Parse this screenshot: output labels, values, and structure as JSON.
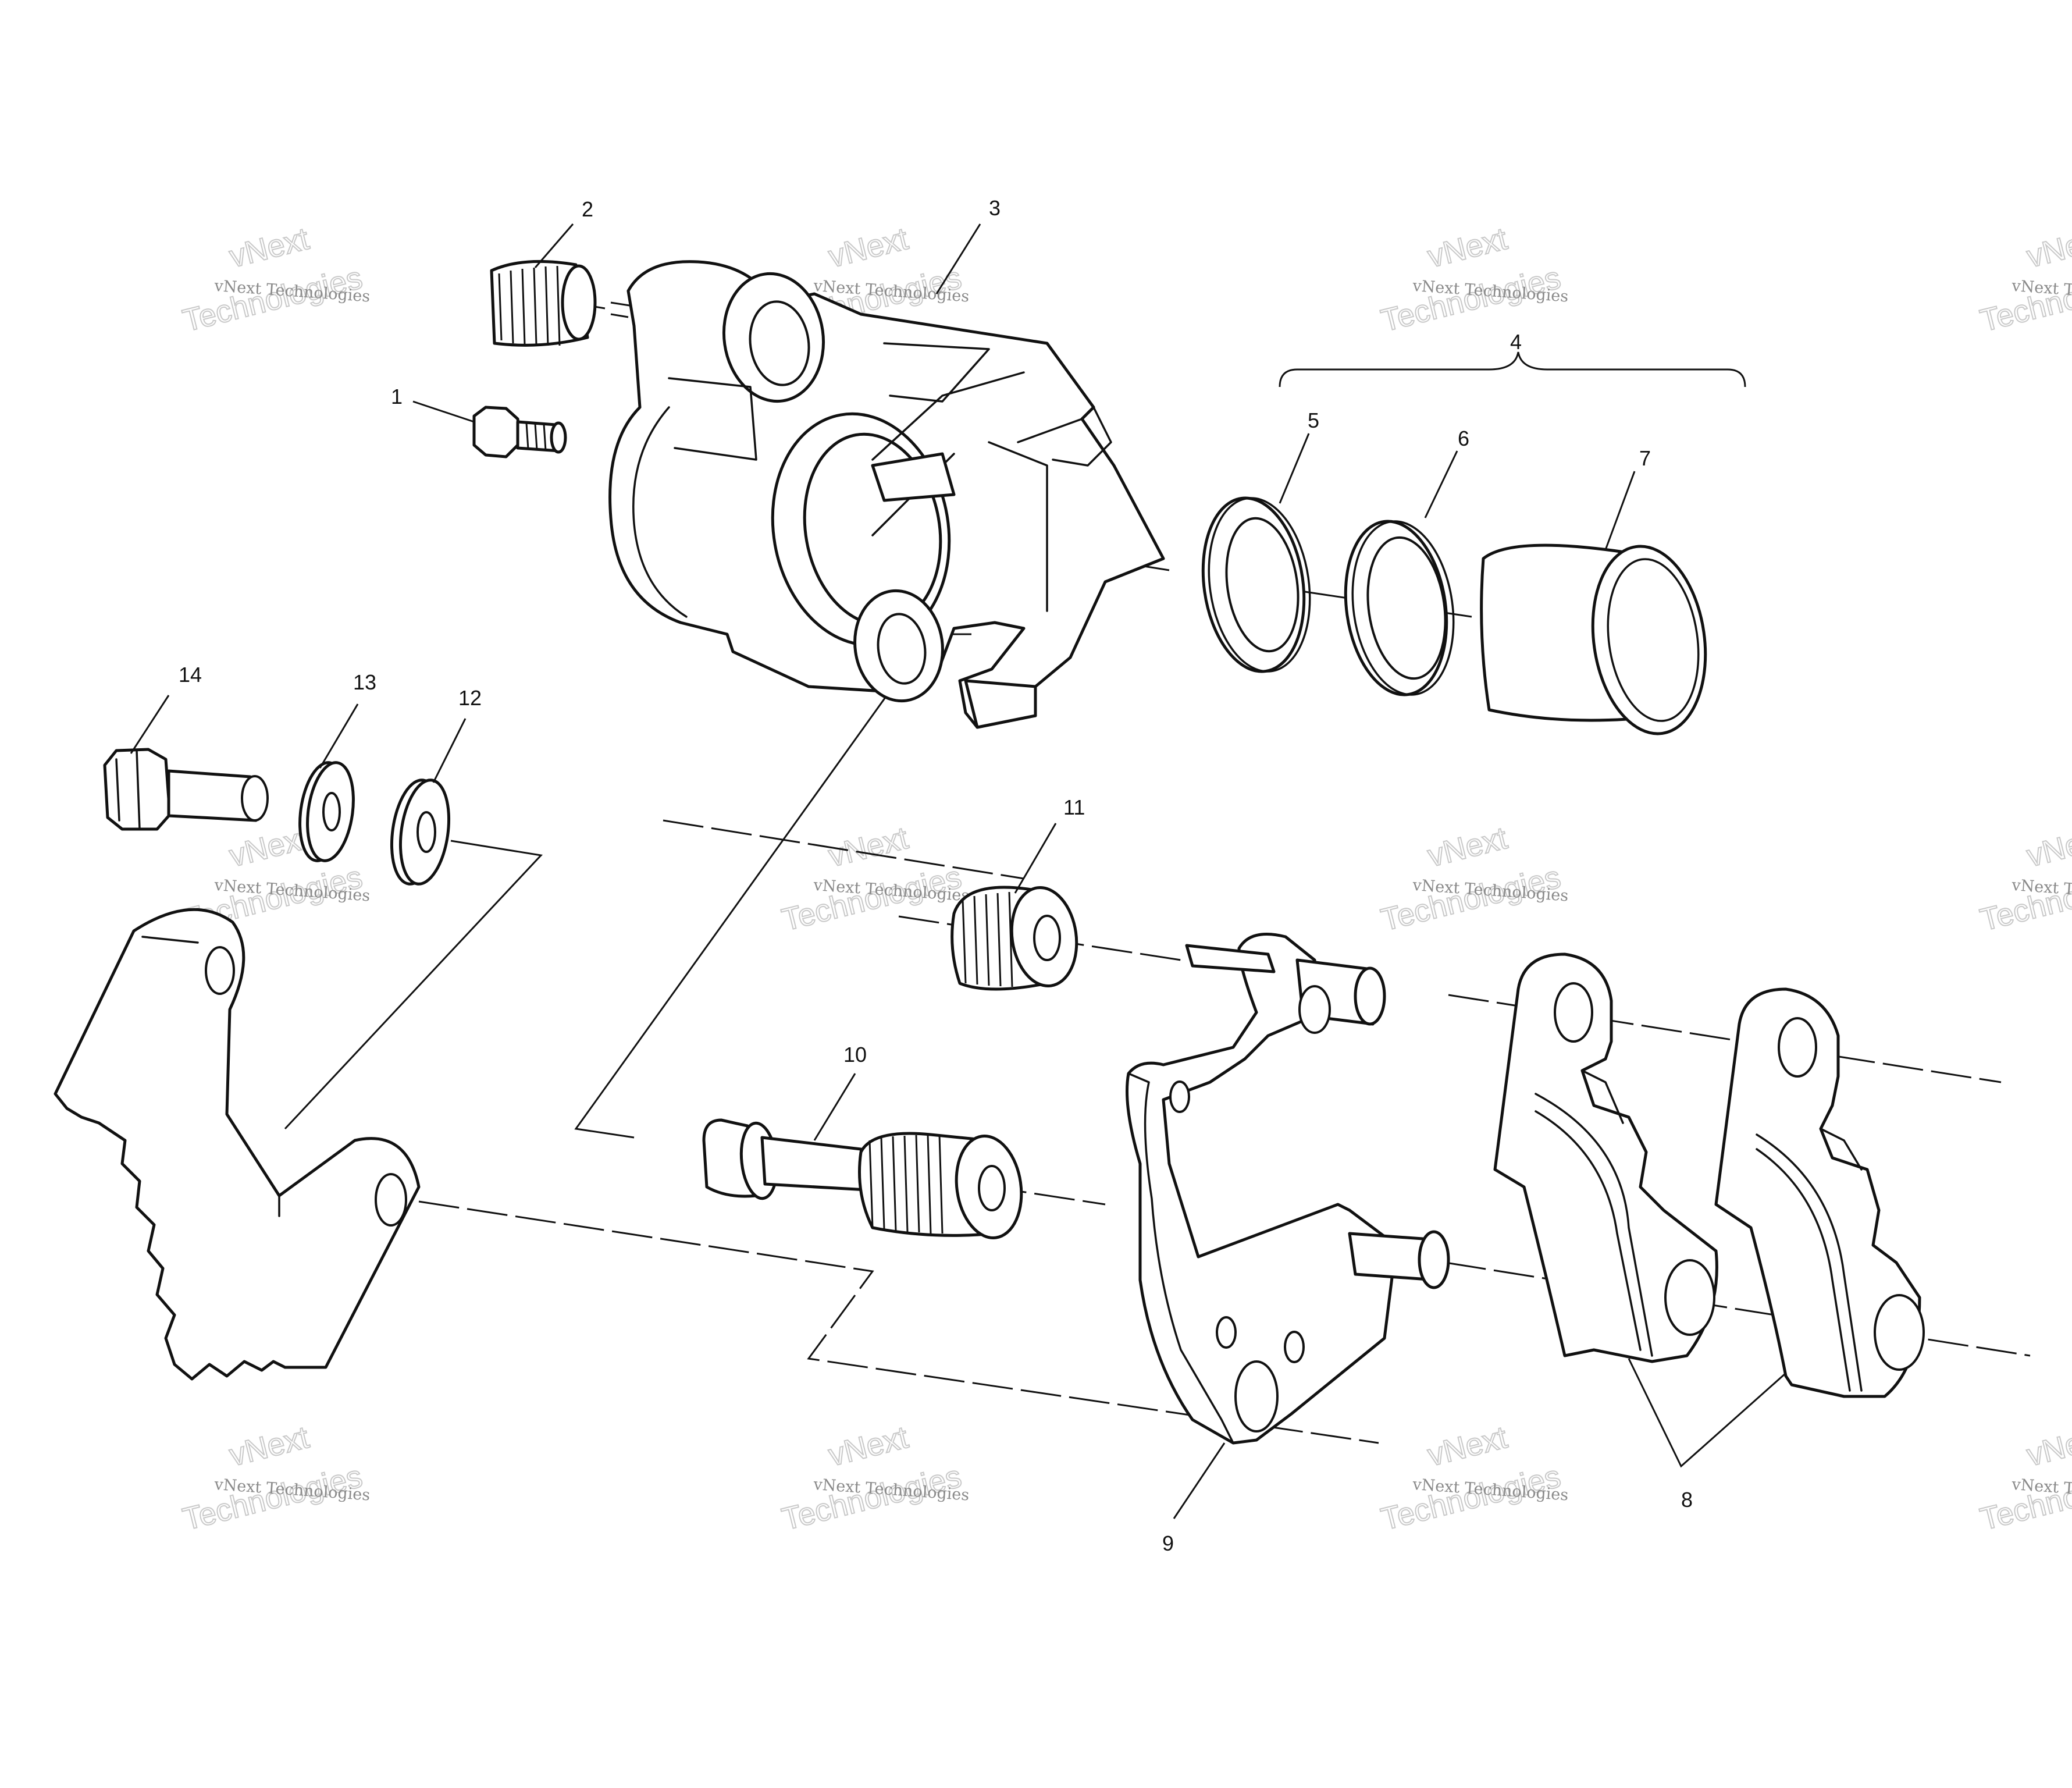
{
  "diagram": {
    "callouts": [
      {
        "id": "1",
        "label": "1"
      },
      {
        "id": "2",
        "label": "2"
      },
      {
        "id": "3",
        "label": "3"
      },
      {
        "id": "4",
        "label": "4"
      },
      {
        "id": "5",
        "label": "5"
      },
      {
        "id": "6",
        "label": "6"
      },
      {
        "id": "7",
        "label": "7"
      },
      {
        "id": "8",
        "label": "8"
      },
      {
        "id": "9",
        "label": "9"
      },
      {
        "id": "10",
        "label": "10"
      },
      {
        "id": "11",
        "label": "11"
      },
      {
        "id": "12",
        "label": "12"
      },
      {
        "id": "13",
        "label": "13"
      },
      {
        "id": "14",
        "label": "14"
      }
    ],
    "watermark": {
      "line1": "vNext Technologies",
      "line2": "vNext",
      "line3": "Technologies"
    }
  }
}
